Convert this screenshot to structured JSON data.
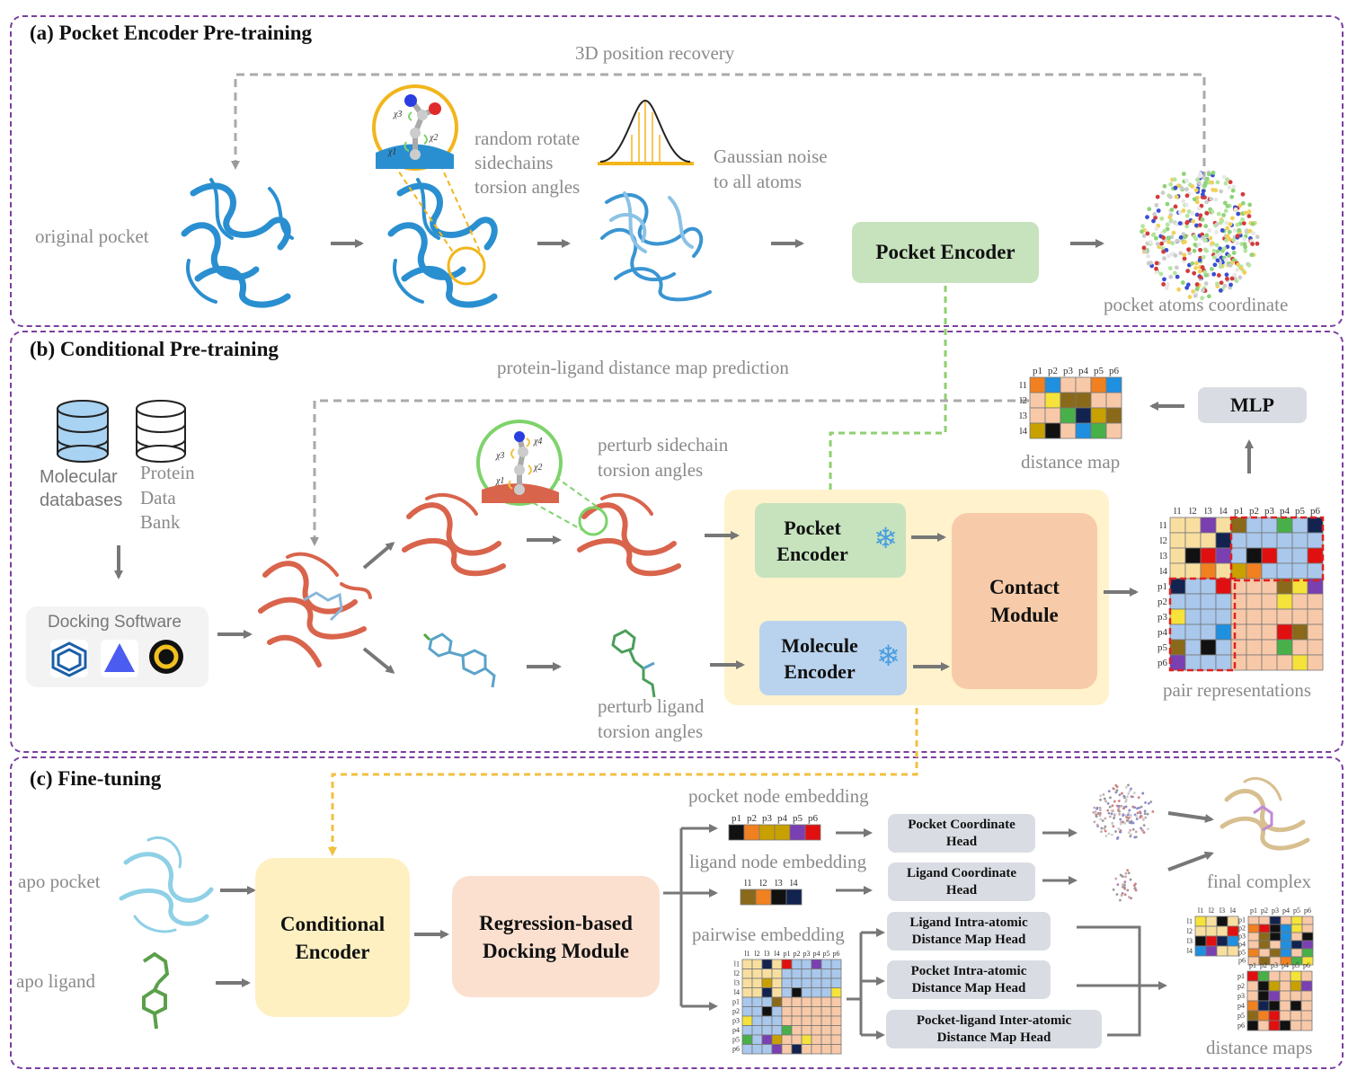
{
  "panel_a": {
    "title": "(a) Pocket Encoder Pre-training",
    "recovery_label": "3D position recovery",
    "original_pocket": "original pocket",
    "rotate_label_1": "random rotate",
    "rotate_label_2": "sidechains",
    "rotate_label_3": "torsion angles",
    "noise_label_1": "Gaussian noise",
    "noise_label_2": "to all atoms",
    "encoder": "Pocket Encoder",
    "coord_label": "pocket atoms coordinate",
    "chi_labels": [
      "χ3",
      "χ2",
      "χ1"
    ]
  },
  "panel_b": {
    "title": "(b) Conditional Pre-training",
    "distmap_label": "protein-ligand distance map prediction",
    "mol_db_1": "Molecular",
    "mol_db_2": "databases",
    "pdb_1": "Protein",
    "pdb_2": "Data",
    "pdb_3": "Bank",
    "docking_software": "Docking Software",
    "perturb_side_1": "perturb sidechain",
    "perturb_side_2": "torsion angles",
    "perturb_lig_1": "perturb ligand",
    "perturb_lig_2": "torsion angles",
    "pocket_enc_1": "Pocket",
    "pocket_enc_2": "Encoder",
    "mol_enc_1": "Molecule",
    "mol_enc_2": "Encoder",
    "contact_1": "Contact",
    "contact_2": "Module",
    "mlp": "MLP",
    "distance_map": "distance map",
    "pair_repr": "pair representations",
    "chi_labels": [
      "χ4",
      "χ3",
      "χ2",
      "χ1"
    ],
    "p_labels": [
      "p1",
      "p2",
      "p3",
      "p4",
      "p5",
      "p6"
    ],
    "l_labels": [
      "l1",
      "l2",
      "l3",
      "l4"
    ],
    "snow": "❄"
  },
  "panel_c": {
    "title": "(c) Fine-tuning",
    "apo_pocket": "apo pocket",
    "apo_ligand": "apo ligand",
    "cond_enc_1": "Conditional",
    "cond_enc_2": "Encoder",
    "reg_1": "Regression-based",
    "reg_2": "Docking Module",
    "pocket_node": "pocket node embedding",
    "ligand_node": "ligand node embedding",
    "pairwise": "pairwise embedding",
    "head_pc_1": "Pocket Coordinate",
    "head_pc_2": "Head",
    "head_lc_1": "Ligand Coordinate",
    "head_lc_2": "Head",
    "head_li_1": "Ligand Intra-atomic",
    "head_li_2": "Distance Map Head",
    "head_pi_1": "Pocket Intra-atomic",
    "head_pi_2": "Distance Map Head",
    "head_pl_1": "Pocket-ligand Inter-atomic",
    "head_pl_2": "Distance Map Head",
    "final_complex": "final complex",
    "distance_maps": "distance maps",
    "p_labels": [
      "p1",
      "p2",
      "p3",
      "p4",
      "p5",
      "p6"
    ],
    "l_labels": [
      "l1",
      "l2",
      "l3",
      "l4"
    ]
  },
  "colors": {
    "panel_border": "#7b3fa0",
    "green_box": "#c6e3bd",
    "blue_box": "#b9d3ee",
    "yellow_bg": "#fff2cc",
    "contact": "#f7cba9",
    "cond_enc": "#fff0c2",
    "reg_box": "#fbe0d0",
    "head_gray": "#d9dde3",
    "protein_blue": "#2a8fd0",
    "protein_red": "#d9644c"
  }
}
